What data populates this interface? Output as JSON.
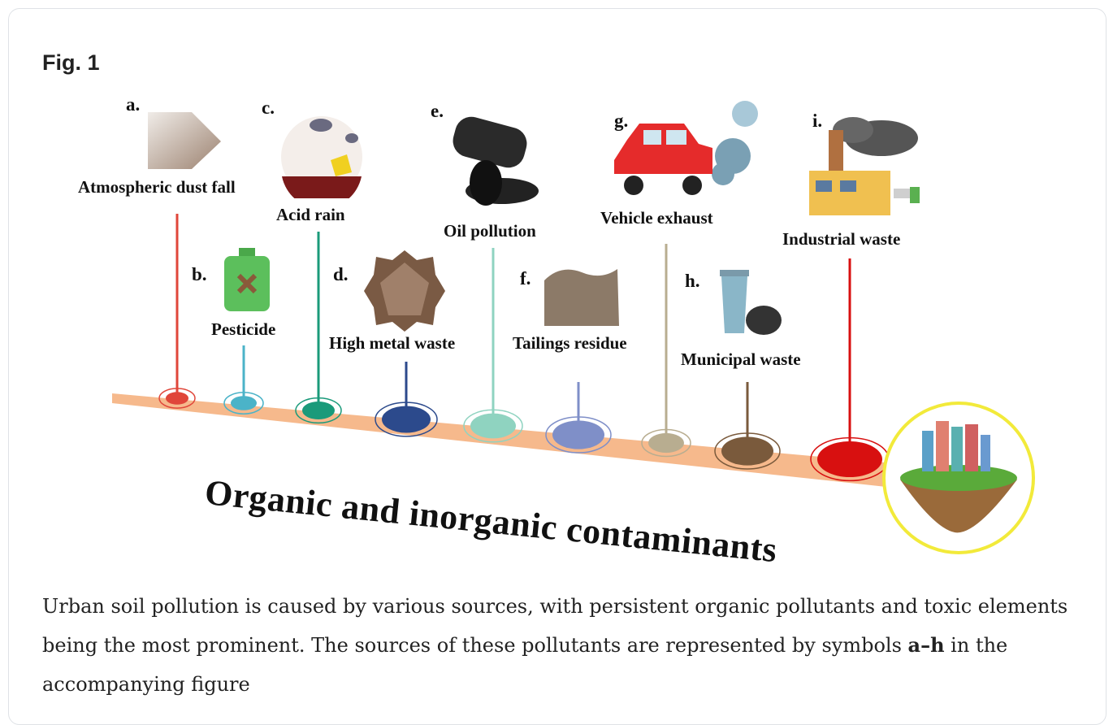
{
  "figure": {
    "title": "Fig. 1",
    "main_label": "Organic and inorganic contaminants",
    "sources": [
      {
        "letter": "a.",
        "label": "Atmospheric dust fall",
        "color": "#e0463a"
      },
      {
        "letter": "b.",
        "label": "Pesticide",
        "color": "#4bb3c8"
      },
      {
        "letter": "c.",
        "label": "Acid rain",
        "color": "#1a9a7a"
      },
      {
        "letter": "d.",
        "label": "High metal waste",
        "color": "#2c4a8c"
      },
      {
        "letter": "e.",
        "label": "Oil pollution",
        "color": "#8fd3c0"
      },
      {
        "letter": "f.",
        "label": "Tailings residue",
        "color": "#7f8fc8"
      },
      {
        "letter": "g.",
        "label": "Vehicle exhaust",
        "color": "#b8ad90"
      },
      {
        "letter": "h.",
        "label": "Municipal waste",
        "color": "#7a5a3c"
      },
      {
        "letter": "i.",
        "label": "Industrial waste",
        "color": "#d81010"
      }
    ]
  },
  "caption": {
    "text_before": "Urban soil pollution is caused by various sources, with persistent organic pollutants and toxic elements being the most prominent. The sources of these pollutants are represented by symbols ",
    "bold": "a–h",
    "text_after": " in the accompanying figure"
  }
}
